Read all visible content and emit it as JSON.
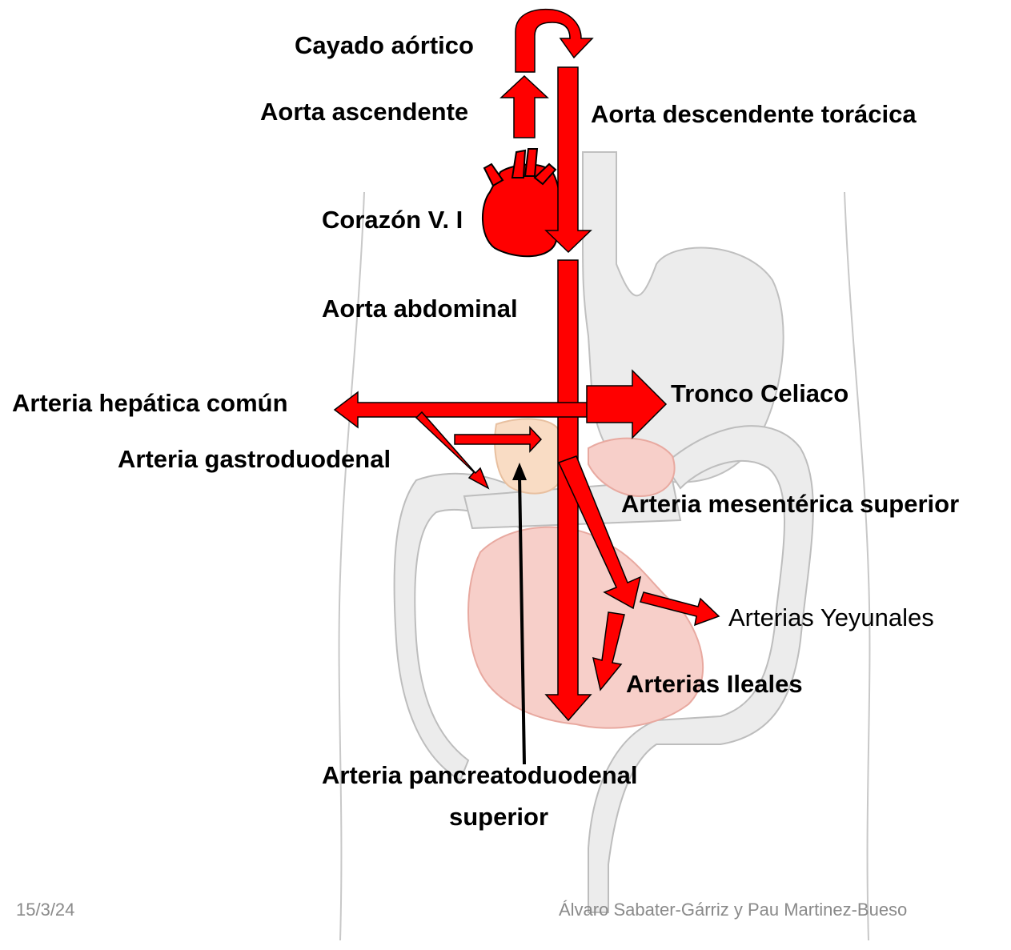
{
  "labels": {
    "cayado": "Cayado aórtico",
    "aorta_ascendente": "Aorta ascendente",
    "aorta_descendente": "Aorta descendente torácica",
    "corazon": "Corazón V. I",
    "aorta_abdominal": "Aorta abdominal",
    "hepatica_comun": "Arteria hepática común",
    "tronco_celiaco": "Tronco Celiaco",
    "gastroduodenal": "Arteria gastroduodenal",
    "mesenterica_superior": "Arteria mesentérica superior",
    "yeyunales": "Arterias Yeyunales",
    "ileales": "Arterias Ileales",
    "pancreatoduodenal_line1": "Arteria pancreatoduodenal",
    "pancreatoduodenal_line2": "superior"
  },
  "footer": {
    "date": "15/3/24",
    "authors": "Álvaro Sabater-Gárriz y Pau Martinez-Bueso"
  },
  "colors": {
    "artery": "#ff0000",
    "outline": "#000000",
    "organ_stroke": "#c8c8c8",
    "organ_fill": "#ececec",
    "intestine_fill": "#f7cfc9",
    "pancreas_fill": "#f9dcc4"
  }
}
